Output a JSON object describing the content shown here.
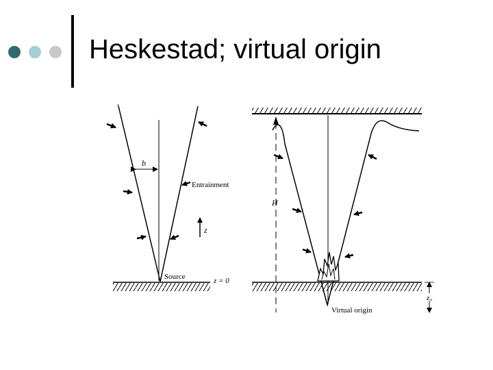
{
  "title": "Heskestad; virtual origin",
  "bullets": {
    "colors": [
      "#2f6b6e",
      "#a5cdd3",
      "#c8c8c8"
    ]
  },
  "diagram": {
    "left": {
      "width_label": "b",
      "entrainment_label": "Entrainment",
      "height_axis_label": "z",
      "source_label": "Source",
      "ground_label": "z = 0"
    },
    "right": {
      "height_label": "H",
      "virtual_origin_label": "Virtual origin",
      "offset_label": "z₀"
    }
  }
}
